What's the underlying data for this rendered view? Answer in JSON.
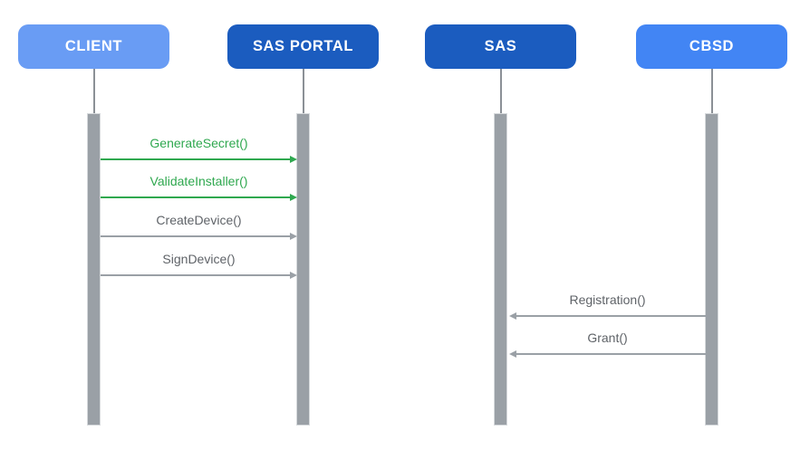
{
  "diagram": {
    "type": "sequence",
    "background": "#FFFFFF",
    "actors": [
      {
        "label": "CLIENT",
        "color": "#699CF4",
        "text_color": "#FFFFFF"
      },
      {
        "label": "SAS PORTAL",
        "color": "#1B5CBF",
        "text_color": "#FFFFFF"
      },
      {
        "label": "SAS",
        "color": "#1B5CBF",
        "text_color": "#FFFFFF"
      },
      {
        "label": "CBSD",
        "color": "#4285F4",
        "text_color": "#FFFFFF"
      }
    ],
    "lifeline": {
      "bar_color": "#9AA0A6",
      "bar_border_color": "#D6D9DC",
      "connector_color": "#8B9096"
    },
    "messages": [
      {
        "label": "GenerateSecret()",
        "from": "CLIENT",
        "to": "SAS PORTAL",
        "direction": "right",
        "text_color": "#2FA84F",
        "arrow_color": "#2FA84F"
      },
      {
        "label": "ValidateInstaller()",
        "from": "CLIENT",
        "to": "SAS PORTAL",
        "direction": "right",
        "text_color": "#2FA84F",
        "arrow_color": "#2FA84F"
      },
      {
        "label": "CreateDevice()",
        "from": "CLIENT",
        "to": "SAS PORTAL",
        "direction": "right",
        "text_color": "#5F6368",
        "arrow_color": "#9AA0A6"
      },
      {
        "label": "SignDevice()",
        "from": "CLIENT",
        "to": "SAS PORTAL",
        "direction": "right",
        "text_color": "#5F6368",
        "arrow_color": "#9AA0A6"
      },
      {
        "label": "Registration()",
        "from": "CBSD",
        "to": "SAS",
        "direction": "left",
        "text_color": "#5F6368",
        "arrow_color": "#9AA0A6"
      },
      {
        "label": "Grant()",
        "from": "CBSD",
        "to": "SAS",
        "direction": "left",
        "text_color": "#5F6368",
        "arrow_color": "#9AA0A6"
      }
    ]
  }
}
